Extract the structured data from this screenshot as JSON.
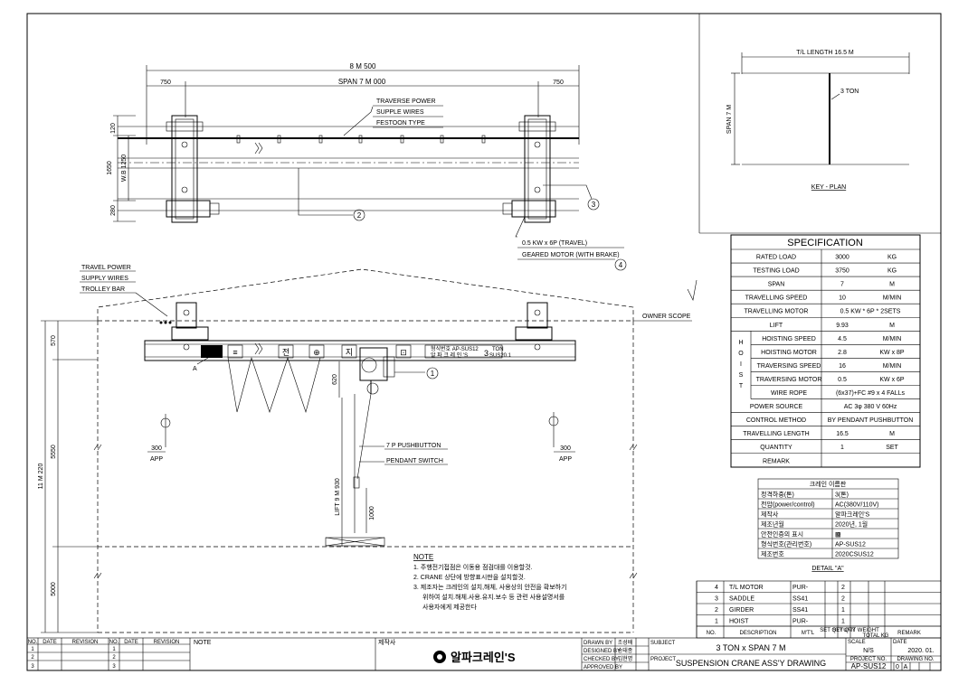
{
  "top_view": {
    "dim_overall": "8 M 500",
    "dim_span": "SPAN 7 M 000",
    "dim_left_overhang": "750",
    "dim_right_overhang": "750",
    "festoon_labels": [
      "TRAVERSE POWER",
      "SUPPLE WIRES",
      "FESTOON TYPE"
    ],
    "dim_wb_total": "1650",
    "dim_wb": "W.B 1250",
    "dim_top": "120",
    "dim_bottom": "280",
    "motor_labels": [
      "0.5 KW x 6P (TRAVEL)",
      "GEARED MOTOR (WITH BRAKE)"
    ]
  },
  "balloons": [
    "1",
    "2",
    "3",
    "4"
  ],
  "key_plan": {
    "title": "KEY - PLAN",
    "tl_length": "T/L LENGTH 16.5 M",
    "span": "SPAN 7 M",
    "capacity": "3 TON"
  },
  "elevation": {
    "trolley_labels": [
      "TRAVEL POWER",
      "SUPPLY WIRES",
      "TROLLEY BAR"
    ],
    "owner_scope": "OWNER SCOPE",
    "dim_height": "11 M 220",
    "dim_570": "570",
    "dim_5550": "5550",
    "dim_5000": "5000",
    "dim_620": "620",
    "lift": "LIFT 9 M 930",
    "dim_1000": "1000",
    "app_left": "APP",
    "app_right": "APP",
    "dim_300_left": "300",
    "dim_300_right": "300",
    "pendant_labels": [
      "7 P PUSHBUTTON",
      "PENDANT SWITCH"
    ],
    "detail_marker": "A",
    "girder_plate_lines": [
      "형식번호 AP-SUS12",
      "알 파 크 레 인 'S"
    ],
    "girder_capacity": "3",
    "girder_ton": "TON",
    "girder_serial": "SUS20.1",
    "sign_glyphs": [
      "≡",
      "전",
      "⊕",
      "지",
      "⊡"
    ]
  },
  "note": {
    "title": "NOTE",
    "lines": [
      "1. 주행전기접점은 이동용 점검대를 이용할것.",
      "2. CRANE 상단에 방향표시판을 설치할것.",
      "3. 제조자는 크레인의 설치,해체, 사용상의 안전을 확보하기",
      "   위하여 설치.해체.사용.유지.보수 등 관련 사용설명서를",
      "   사용자에게 제공한다"
    ]
  },
  "specification": {
    "title": "SPECIFICATION",
    "hoist_label": [
      "H",
      "O",
      "I",
      "S",
      "T"
    ],
    "rows": [
      {
        "label": "RATED LOAD",
        "value": "3000",
        "unit": "KG"
      },
      {
        "label": "TESTING LOAD",
        "value": "3750",
        "unit": "KG"
      },
      {
        "label": "SPAN",
        "value": "7",
        "unit": "M"
      },
      {
        "label": "TRAVELLING SPEED",
        "value": "10",
        "unit": "M/MIN"
      },
      {
        "label": "TRAVELLING MOTOR",
        "value": "0.5 KW * 6P * 2SETS",
        "unit": ""
      },
      {
        "label": "LIFT",
        "value": "9.93",
        "unit": "M"
      },
      {
        "label": "HOISTING SPEED",
        "value": "4.5",
        "unit": "M/MIN"
      },
      {
        "label": "HOISTING MOTOR",
        "value": "2.8",
        "unit": "KW x 8P"
      },
      {
        "label": "TRAVERSING SPEED",
        "value": "16",
        "unit": "M/MIN"
      },
      {
        "label": "TRAVERSING MOTOR",
        "value": "0.5",
        "unit": "KW x 6P"
      },
      {
        "label": "WIRE ROPE",
        "value": "(6x37)+FC #9 x 4 FALLs",
        "unit": ""
      },
      {
        "label": "POWER SOURCE",
        "value": "AC 3φ 380 V 60Hz",
        "unit": ""
      },
      {
        "label": "CONTROL METHOD",
        "value": "BY PENDANT PUSHBUTTON",
        "unit": ""
      },
      {
        "label": "TRAVELLING LENGTH",
        "value": "16.5",
        "unit": "M"
      },
      {
        "label": "QUANTITY",
        "value": "1",
        "unit": "SET"
      },
      {
        "label": "REMARK",
        "value": "",
        "unit": ""
      }
    ]
  },
  "nameplate": {
    "title": "크레인 이름판",
    "rows": [
      {
        "label": "정격하중(톤)",
        "value": "3(톤)"
      },
      {
        "label": "전압(power/control)",
        "value": "AC(380V/110V)"
      },
      {
        "label": "제작사",
        "value": "알파크레인'S"
      },
      {
        "label": "제조년월",
        "value": "2020년, 1월"
      },
      {
        "label": "안전인증의 표시",
        "value": "▩"
      },
      {
        "label": "형식번호(관리번호)",
        "value": "AP-SUS12"
      },
      {
        "label": "제조번호",
        "value": "2020CSUS12"
      }
    ],
    "detail": "DETAIL \"A\""
  },
  "parts_list": {
    "headers": [
      "NO.",
      "DESCRIPTION",
      "M'T'L",
      "SET QTY",
      "SET QTY",
      "UNIT WEIGHT",
      "TOTAL KG",
      "REMARK"
    ],
    "rows": [
      {
        "no": "4",
        "desc": "T/L MOTOR",
        "mtl": "PUR-",
        "qty": "2"
      },
      {
        "no": "3",
        "desc": "SADDLE",
        "mtl": "SS41",
        "qty": "2"
      },
      {
        "no": "2",
        "desc": "GIRDER",
        "mtl": "SS41",
        "qty": "1"
      },
      {
        "no": "1",
        "desc": "HOIST",
        "mtl": "PUR-",
        "qty": "1"
      }
    ]
  },
  "title_block": {
    "rev_headers": [
      "NO.",
      "DATE",
      "REVISION",
      "NO.",
      "DATE",
      "REVISION"
    ],
    "rev_numbers": [
      "1",
      "2",
      "3"
    ],
    "note_label": "NOTE",
    "maker_label": "제작사",
    "company": "알파크레인'S",
    "sign_rows": [
      {
        "label": "DRAWN BY",
        "name": "조성배"
      },
      {
        "label": "DESIGNED BY",
        "name": "송태종"
      },
      {
        "label": "CHECKED BY",
        "name": "김현명"
      },
      {
        "label": "APPROVED BY",
        "name": ""
      }
    ],
    "subject_label": "SUBJECT",
    "subject": "3 TON x SPAN 7 M",
    "project_label": "PROJECT",
    "project": "SUSPENSION CRANE ASS'Y DRAWING",
    "scale_label": "SCALE",
    "scale": "N/S",
    "date_label": "DATE",
    "date": "2020. 01.",
    "project_no_label": "PROJECT NO.",
    "drawing_no_label": "DRAWING NO.",
    "drawing_no": "AP-SUS12",
    "sheet_no": "0",
    "rev_letter": "A"
  },
  "colors": {
    "ink": "#000000",
    "paper": "#ffffff"
  }
}
